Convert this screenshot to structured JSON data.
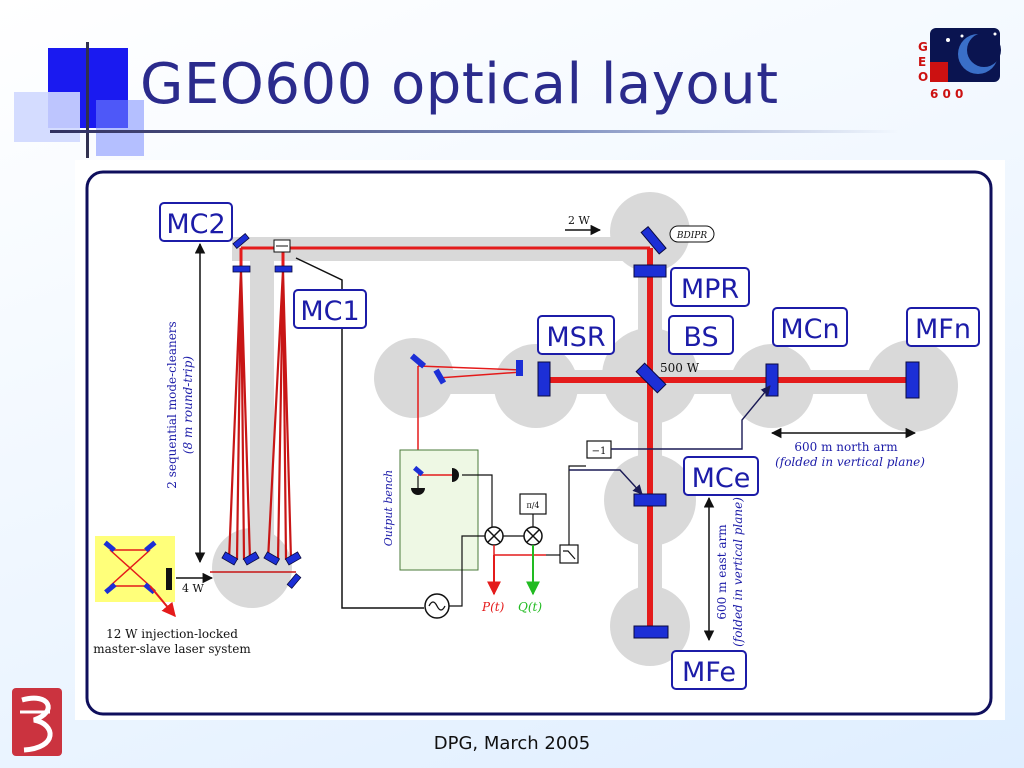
{
  "slide": {
    "title": "GEO600 optical layout",
    "footer": "DPG, March 2005"
  },
  "logo": {
    "letters": [
      "G",
      "E",
      "O"
    ],
    "digits": "6 0 0"
  },
  "labels": {
    "mc2": "MC2",
    "mc1": "MC1",
    "mpr": "MPR",
    "msr": "MSR",
    "bs": "BS",
    "mcn": "MCn",
    "mfn": "MFn",
    "mce": "MCe",
    "mfe": "MFe"
  },
  "annotations": {
    "power_in": "2 W",
    "bdipr": "BDIPR",
    "power_bs": "500 W",
    "laser_out": "4 W",
    "laser_line1": "12 W injection-locked",
    "laser_line2": "master-slave laser system",
    "mode_cleaner_line1": "2 sequential mode-cleaners",
    "mode_cleaner_line2": "(8 m round-trip)",
    "north_line1": "600 m north arm",
    "north_line2": "(folded in vertical plane)",
    "east_line1": "600 m east arm",
    "east_line2": "(folded in vertical plane)",
    "output_bench": "Output bench",
    "inverter": "−1",
    "phase_shift": "π/4",
    "p_signal": "P(t)",
    "q_signal": "Q(t)"
  },
  "colors": {
    "title": "#2b2b8c",
    "beam": "#e41b1b",
    "optic": "#1c2fd6",
    "label_box": "#1c1ca8",
    "vacuum_tube": "#d9d9d9",
    "laser_box": "#ffff7a",
    "bench": "#eef8e4",
    "q_signal": "#22bb22"
  }
}
